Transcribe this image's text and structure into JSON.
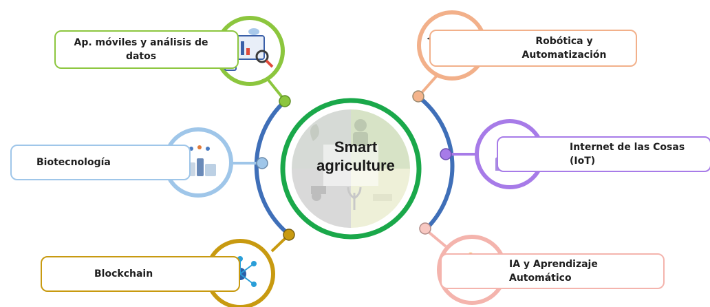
{
  "center": {
    "title": "Smart agriculture",
    "title_line1": "Smart",
    "title_line2": "agriculture",
    "ring_color": "#1aa84a"
  },
  "nodes": [
    {
      "key": "apps",
      "label_line1": "Ap. móviles y análisis de",
      "label_line2": "datos",
      "color": "#8cc63e",
      "icon": "data-analytics-dashboard-icon"
    },
    {
      "key": "robot",
      "label_line1": "Robótica y",
      "label_line2": "Automatización",
      "color": "#f2b08a",
      "icon": "drone-icon"
    },
    {
      "key": "bio",
      "label": "Biotecnología",
      "color": "#9fc6e9",
      "icon": "lab-equipment-icon"
    },
    {
      "key": "iot",
      "label": "Internet de las Cosas (IoT)",
      "color": "#a77be8",
      "icon": "smart-house-icon"
    },
    {
      "key": "block",
      "label": "Blockchain",
      "color": "#c89a10",
      "icon": "network-hub-icon"
    },
    {
      "key": "ai",
      "label": "IA y Aprendizaje Automático",
      "color": "#f4b4ad",
      "icon": "ai-laptop-icon"
    }
  ],
  "arcs": {
    "left_color": "#3f6fb8",
    "right_color": "#3f6fb8"
  }
}
